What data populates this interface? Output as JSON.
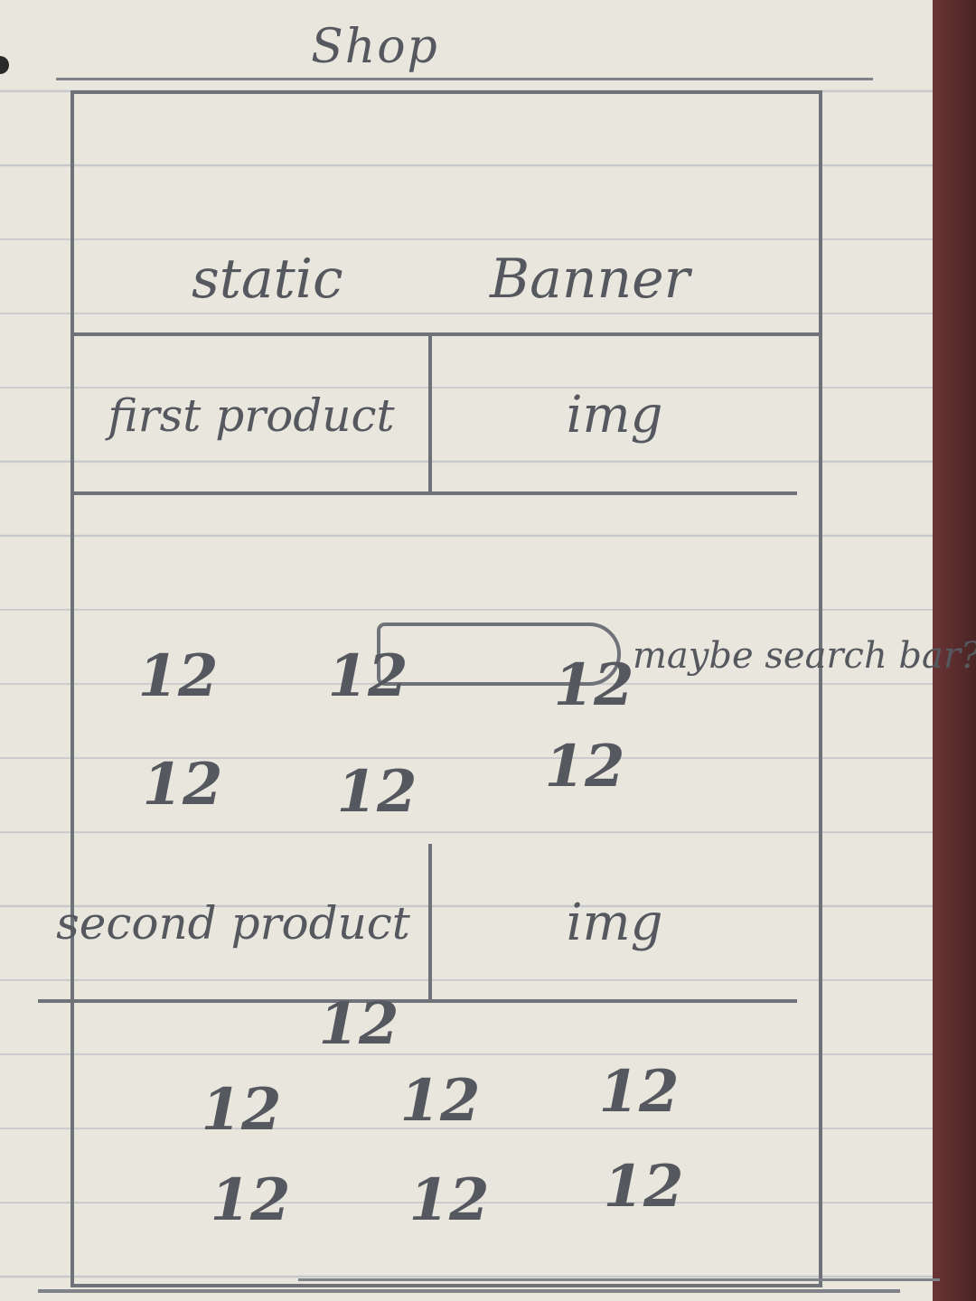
{
  "page": {
    "title": "Shop"
  },
  "header": {
    "left": "static",
    "right": "Banner"
  },
  "sections": [
    {
      "name": "first product",
      "image_label": "img",
      "search_note": "maybe search bar?",
      "tiles": [
        "12",
        "12",
        "12",
        "12",
        "12",
        "12"
      ]
    },
    {
      "name": "second product",
      "image_label": "img",
      "tiles": [
        "12",
        "12",
        "12",
        "12",
        "12",
        "12",
        "12"
      ]
    }
  ]
}
